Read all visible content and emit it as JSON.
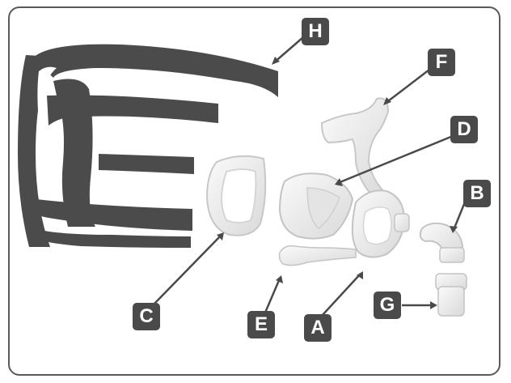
{
  "figure": {
    "colors": {
      "border": "#5a5a5a",
      "label_bg": "#4a4a4a",
      "label_text": "#ffffff",
      "headgear": "#4b4b4b",
      "part_fill": "#eeeeee",
      "part_stroke": "#c8c8c8"
    }
  },
  "labels": {
    "h": "H",
    "f": "F",
    "d": "D",
    "b": "B",
    "c": "C",
    "e": "E",
    "a": "A",
    "g": "G"
  },
  "parts": [
    {
      "key": "headgear",
      "icon": "headgear-strap-icon"
    },
    {
      "key": "frame",
      "icon": "mask-frame-icon"
    },
    {
      "key": "cushion",
      "icon": "mask-cushion-icon"
    },
    {
      "key": "foam-insert",
      "icon": "foam-insert-icon"
    },
    {
      "key": "forehead-support",
      "icon": "forehead-support-icon"
    },
    {
      "key": "elbow",
      "icon": "elbow-icon"
    },
    {
      "key": "clip",
      "icon": "headgear-clip-icon"
    },
    {
      "key": "swivel",
      "icon": "swivel-icon"
    }
  ]
}
